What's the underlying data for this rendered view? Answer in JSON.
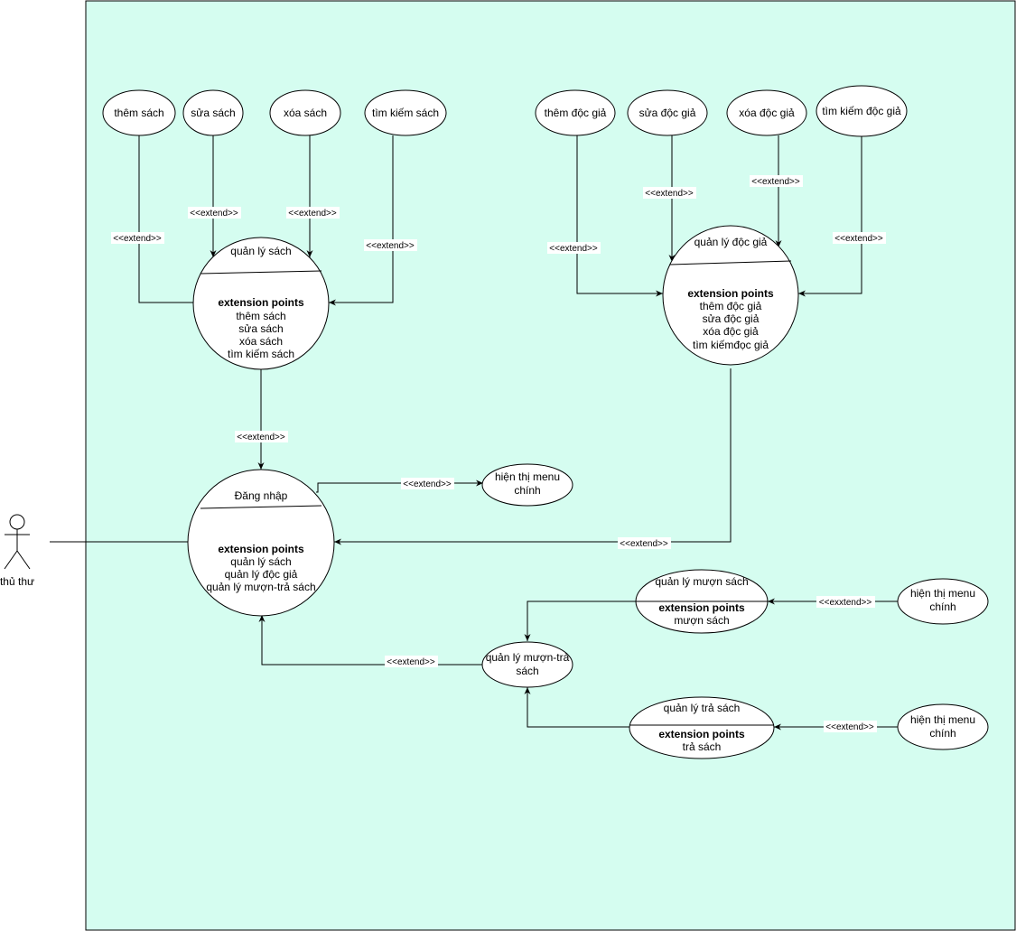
{
  "colors": {
    "system_fill": "#d5fdf0",
    "stroke": "#000000",
    "usecase_fill": "#ffffff"
  },
  "actor": {
    "name": "thủ thư",
    "icon": "stick-figure-icon"
  },
  "usecases": {
    "them_sach": "thêm sách",
    "sua_sach": "sửa sách",
    "xoa_sach": "xóa sách",
    "tim_kiem_sach": "tìm kiếm sách",
    "them_doc_gia": "thêm độc giả",
    "sua_doc_gia": "sửa độc giả",
    "xoa_doc_gia": "xóa độc giả",
    "tim_kiem_doc_gia": "tìm kiếm độc giả",
    "menu_1": [
      "hiện thị menu",
      "chính"
    ],
    "menu_2": [
      "hiện thị menu",
      "chính"
    ],
    "menu_3": [
      "hiện thị menu",
      "chính"
    ],
    "muon_tra": [
      "quản lý mượn-trả",
      "sách"
    ]
  },
  "extension_usecases": {
    "quan_ly_sach": {
      "title": "quản lý sách",
      "heading": "extension points",
      "points": [
        "thêm sách",
        "sửa sách",
        "xóa sách",
        "tìm kiếm sách"
      ]
    },
    "quan_ly_doc_gia": {
      "title": "quản lý độc giả",
      "heading": "extension points",
      "points": [
        "thêm độc giả",
        "sửa độc giả",
        "xóa độc giả",
        "tìm kiếmđọc giả"
      ]
    },
    "dang_nhap": {
      "title": "Đăng nhập",
      "heading": "extension points",
      "points": [
        "quản lý sách",
        "quản lý độc giả",
        "quản lý mượn-trả sách"
      ]
    },
    "quan_ly_muon_sach": {
      "title": "quản lý mượn sách",
      "heading": "extension points",
      "points": [
        "mượn sách"
      ]
    },
    "quan_ly_tra_sach": {
      "title": "quản lý trả sách",
      "heading": "extension points",
      "points": [
        "trả sách"
      ]
    }
  },
  "edge_labels": {
    "them_sach": "<<extend>>",
    "sua_sach": "<<extend>>",
    "xoa_sach": "<<extend>>",
    "tim_kiem_sach": "<<extend>>",
    "them_doc_gia": "<<extend>>",
    "sua_doc_gia": "<<extend>>",
    "xoa_doc_gia": "<<extend>>",
    "tim_kiem_doc_gia": "<<extend>>",
    "sach_to_dang_nhap": "<<extend>>",
    "dang_nhap_to_menu": "<<extend>>",
    "doc_gia_to_dang_nhap": "<<extend>>",
    "menu_to_muon": "<<exxtend>>",
    "muon_tra_to_dang_nhap": "<<extend>>",
    "menu_to_tra": "<<extend>>"
  }
}
